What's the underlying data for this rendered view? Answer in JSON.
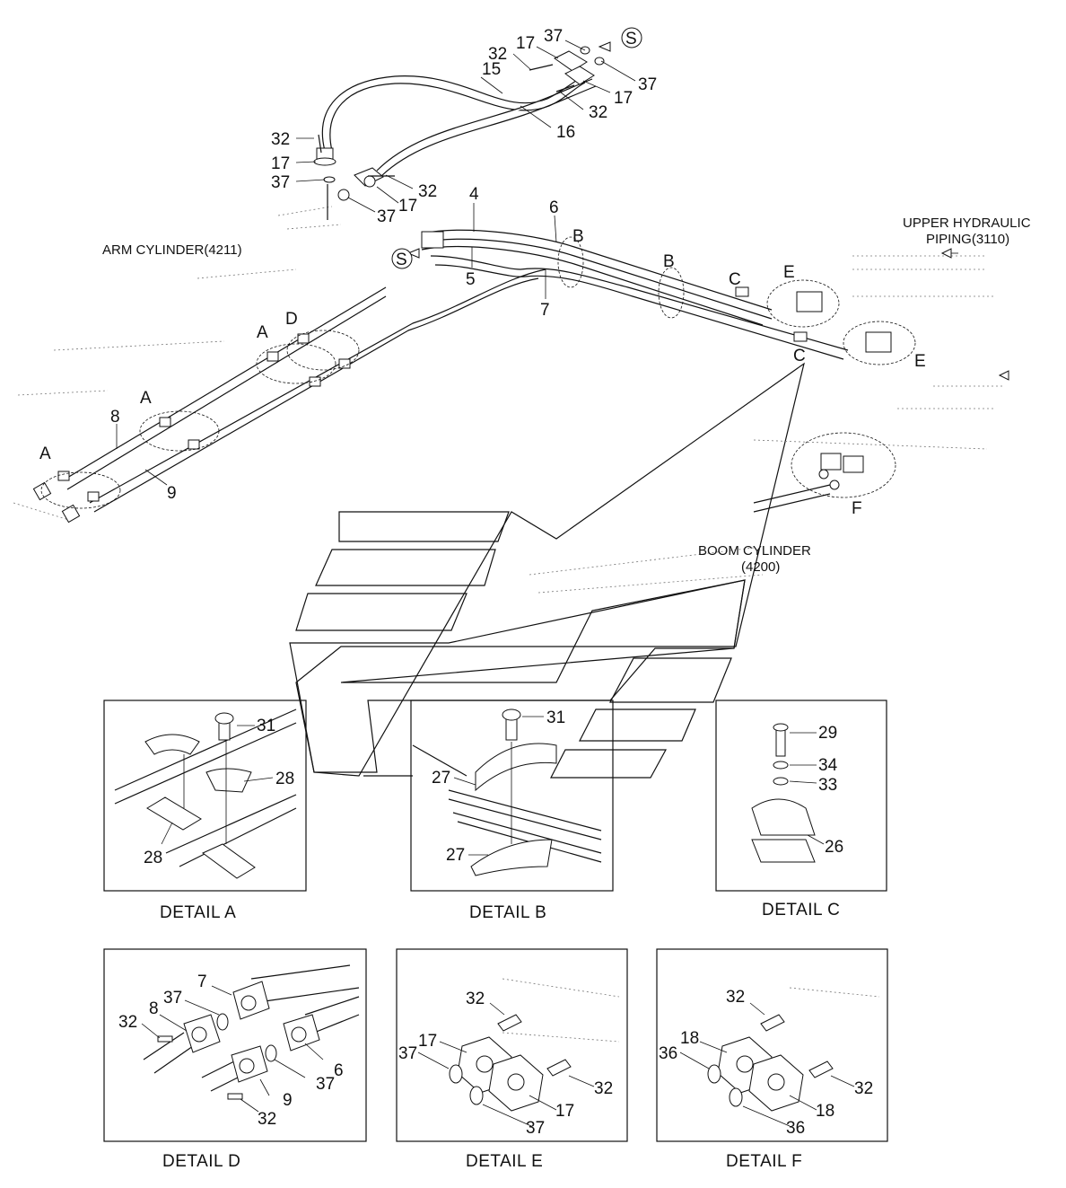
{
  "captions": {
    "arm_cylinder": "ARM CYLINDER(4211)",
    "upper_hydraulic_1": "UPPER HYDRAULIC",
    "upper_hydraulic_2": "PIPING(3110)",
    "boom_cylinder_1": "BOOM CYLINDER",
    "boom_cylinder_2": "(4200)"
  },
  "details": {
    "a": "DETAIL  A",
    "b": "DETAIL  B",
    "c": "DETAIL  C",
    "d": "DETAIL  D",
    "e": "DETAIL  E",
    "f": "DETAIL  F"
  },
  "callouts": {
    "s1": "S",
    "s2": "S",
    "n37a": "37",
    "n17a": "17",
    "n32a": "32",
    "n37b": "37",
    "n17b": "17",
    "n15": "15",
    "n32b": "32",
    "n16": "16",
    "n32c": "32",
    "n17c": "17",
    "n37c": "37",
    "n32d": "32",
    "n17d": "17",
    "n37d": "37",
    "n4": "4",
    "n6": "6",
    "nB1": "B",
    "n5": "5",
    "n7": "7",
    "nB2": "B",
    "nC1": "C",
    "nE1": "E",
    "nE2": "E",
    "nC2": "C",
    "nA1": "A",
    "nD1": "D",
    "nA2": "A",
    "n8": "8",
    "nA3": "A",
    "n9": "9",
    "nF": "F",
    "dA31": "31",
    "dA28a": "28",
    "dA28b": "28",
    "dB31": "31",
    "dB27a": "27",
    "dB27b": "27",
    "dC29": "29",
    "dC34": "34",
    "dC33": "33",
    "dC26": "26",
    "dD7": "7",
    "dD37a": "37",
    "dD8": "8",
    "dD32a": "32",
    "dD37b": "37",
    "dD6": "6",
    "dD9": "9",
    "dD32b": "32",
    "dE32a": "32",
    "dE17a": "17",
    "dE37a": "37",
    "dE32b": "32",
    "dE17b": "17",
    "dE37b": "37",
    "dF32a": "32",
    "dF18a": "18",
    "dF36a": "36",
    "dF32b": "32",
    "dF18b": "18",
    "dF36b": "36"
  }
}
